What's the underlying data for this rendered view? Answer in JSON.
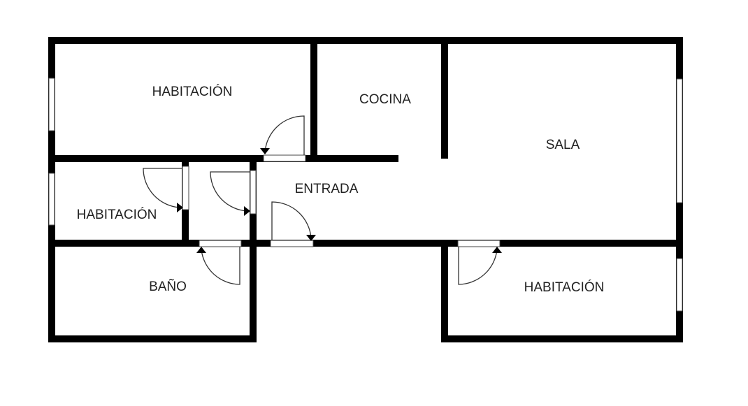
{
  "floor_plan": {
    "rooms": [
      {
        "id": "bedroom-top-left",
        "label": "HABITACIÓN"
      },
      {
        "id": "kitchen",
        "label": "COCINA"
      },
      {
        "id": "living-room",
        "label": "SALA"
      },
      {
        "id": "entrance",
        "label": "ENTRADA"
      },
      {
        "id": "bedroom-middle-left",
        "label": "HABITACIÓN"
      },
      {
        "id": "bathroom",
        "label": "BAÑO"
      },
      {
        "id": "bedroom-bottom-right",
        "label": "HABITACIÓN"
      }
    ],
    "colors": {
      "wall": "#000000",
      "background": "#ffffff",
      "text": "#222222"
    }
  }
}
